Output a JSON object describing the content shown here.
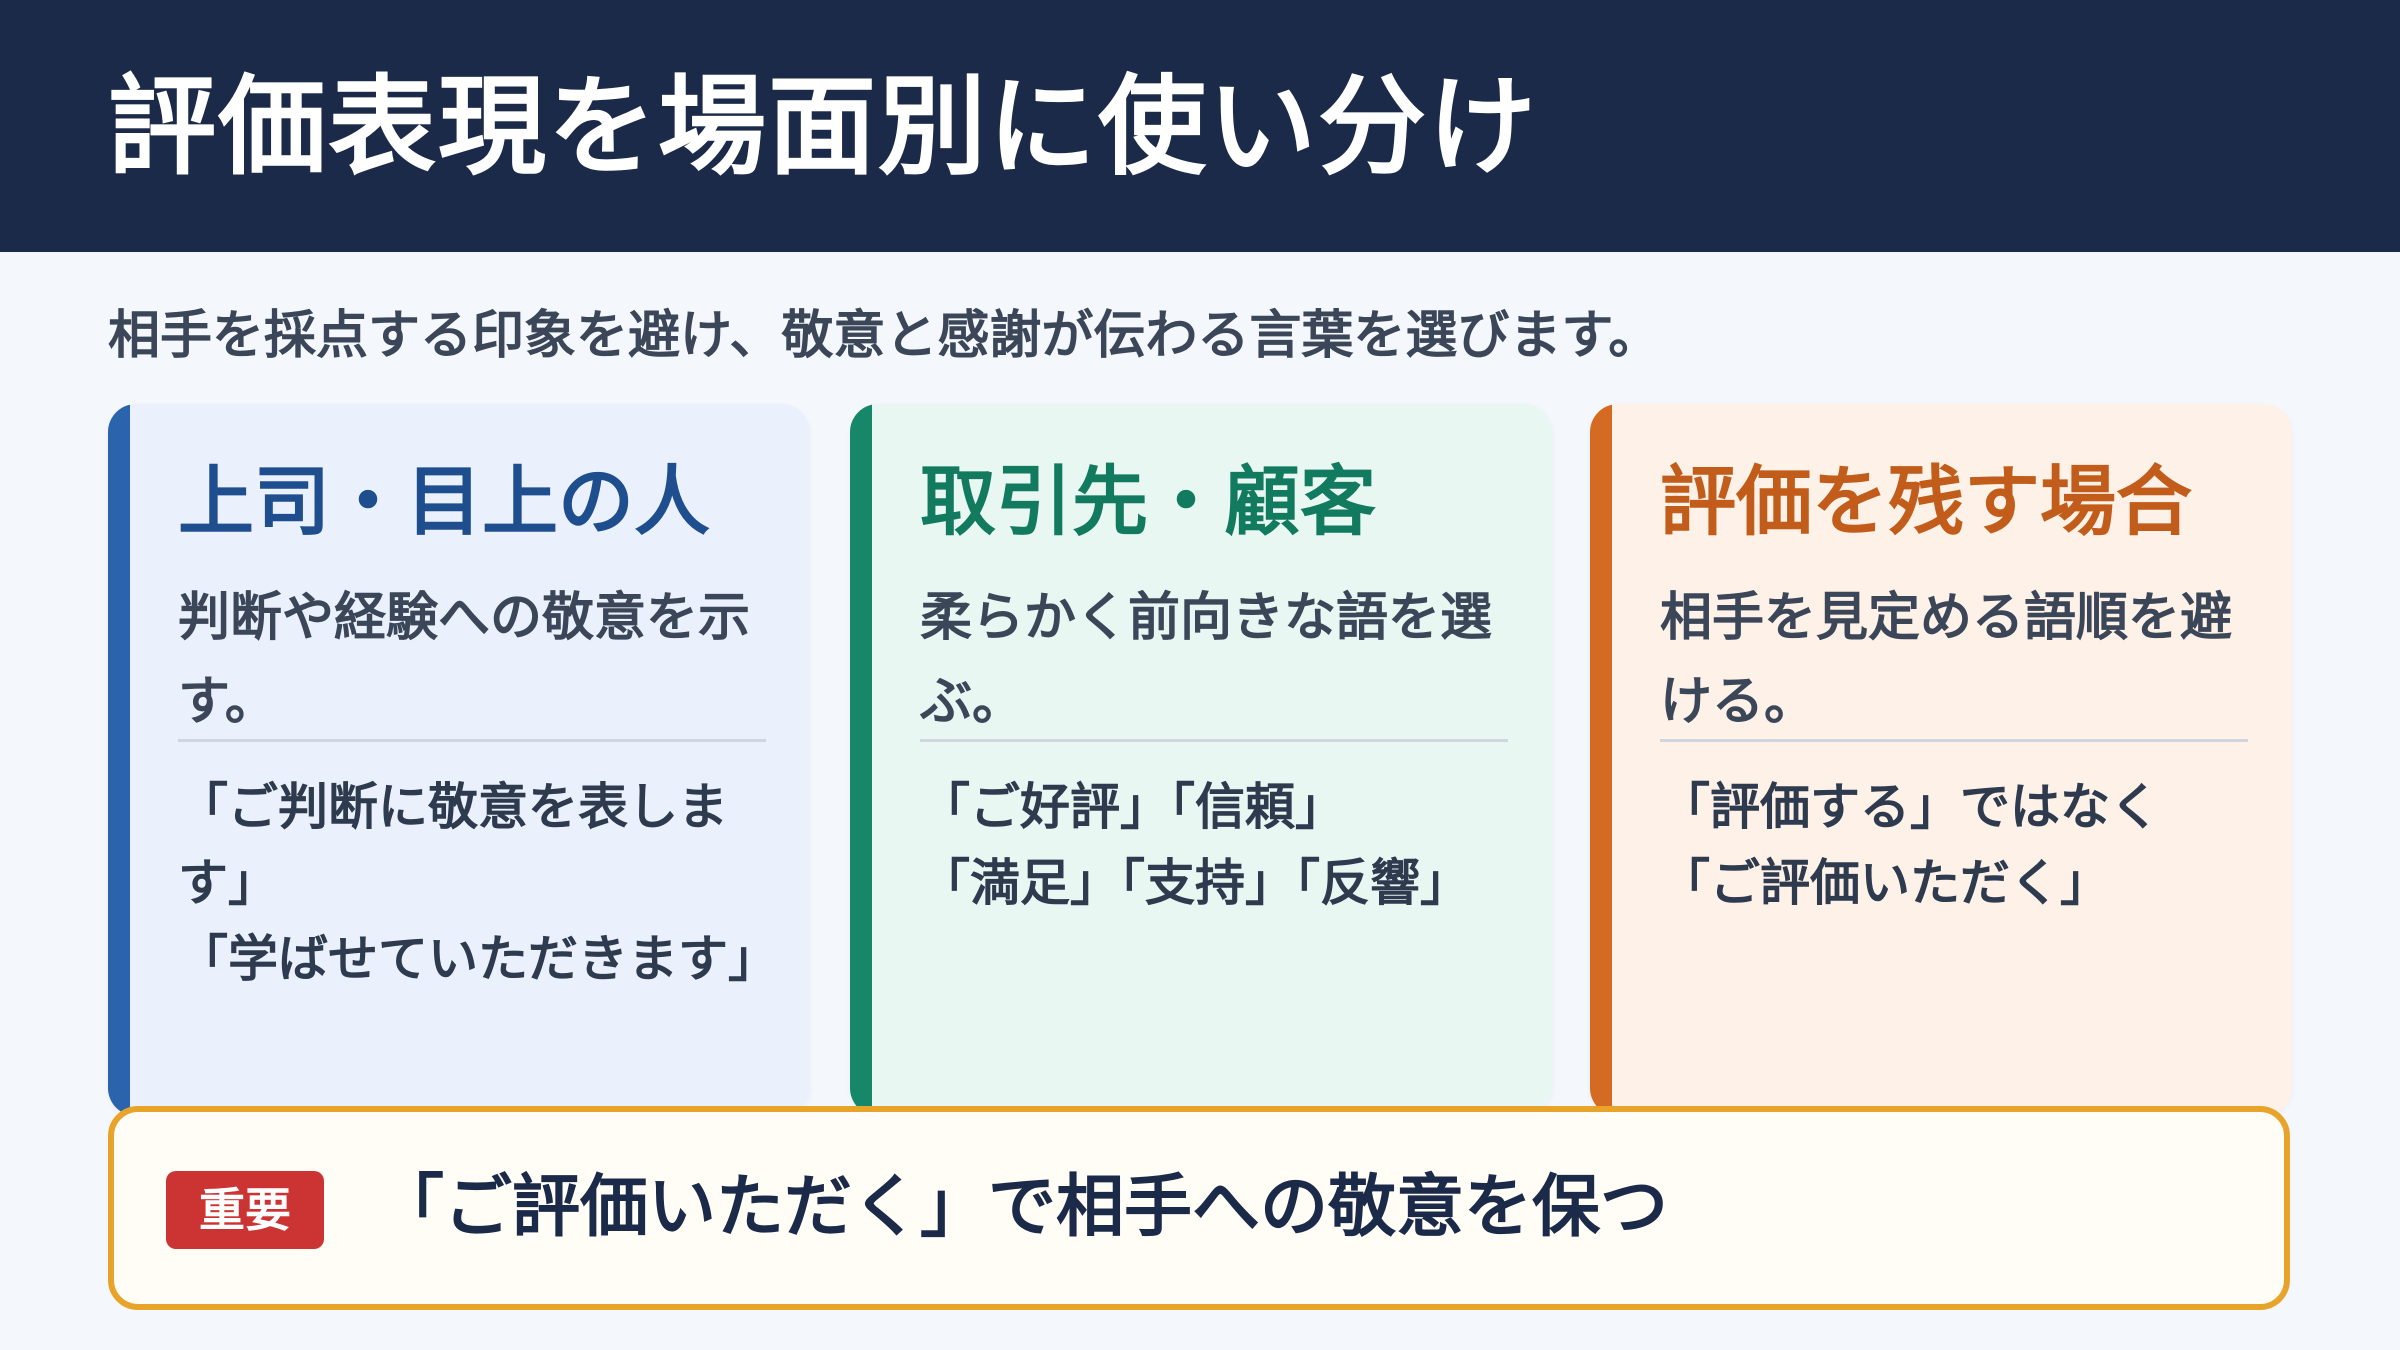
{
  "header": {
    "title": "評価表現を場面別に使い分け"
  },
  "subtitle": "相手を採点する印象を避け、敬意と感謝が伝わる言葉を選びます。",
  "cards": [
    {
      "title": "上司・目上の人",
      "description": "判断や経験への敬意を示す。",
      "examples": [
        "「ご判断に敬意を表します」",
        "「学ばせていただきます」"
      ],
      "accent_color": "#2b63ad",
      "background_color": "#eaf1fd",
      "title_color": "#1f4e8f"
    },
    {
      "title": "取引先・顧客",
      "description": "柔らかく前向きな語を選ぶ。",
      "examples": [
        "「ご好評」「信頼」",
        "「満足」「支持」「反響」"
      ],
      "accent_color": "#17876a",
      "background_color": "#e8f7f1",
      "title_color": "#127a5e"
    },
    {
      "title": "評価を残す場合",
      "description": "相手を見定める語順を避ける。",
      "examples": [
        "「評価する」ではなく",
        "「ご評価いただく」"
      ],
      "accent_color": "#d56a22",
      "background_color": "#fef1e7",
      "title_color": "#c15c1a"
    }
  ],
  "note": {
    "badge": "重要",
    "text": "「ご評価いただく」で相手への敬意を保つ",
    "border_color": "#e8a42a",
    "badge_color": "#cc3333"
  }
}
